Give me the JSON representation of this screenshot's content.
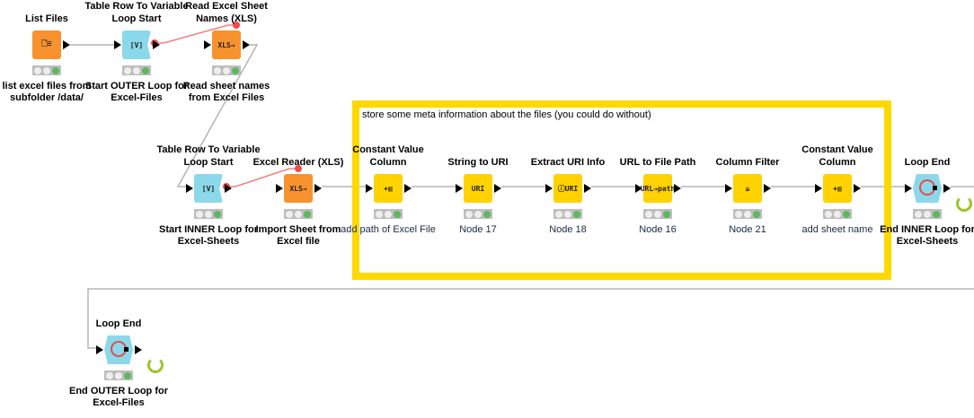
{
  "annotation": {
    "text": "store some meta information about the files (you could do without)",
    "border_color": "#ffd800"
  },
  "nodes": [
    {
      "id": "list-files",
      "title": "List Files",
      "label": "list excel files from subfolder /data/",
      "kind": "orange",
      "icon": "list-files-icon",
      "glyph": "🗋≡",
      "bold_label": true
    },
    {
      "id": "outer-loop-start",
      "title": "Table Row To Variable Loop Start",
      "label": "Start OUTER Loop for Excel-Files",
      "kind": "blue",
      "icon": "loop-start-icon",
      "glyph": "[V]",
      "bold_label": true
    },
    {
      "id": "read-sheet-names",
      "title": "Read Excel Sheet Names (XLS)",
      "label": "Read sheet names from Excel Files",
      "kind": "orange",
      "icon": "xls-sheet-names-icon",
      "glyph": "XLS→",
      "bold_label": true
    },
    {
      "id": "inner-loop-start",
      "title": "Table Row To Variable Loop Start",
      "label": "Start INNER Loop for Excel-Sheets",
      "kind": "blue",
      "icon": "loop-start-icon",
      "glyph": "[V]",
      "bold_label": true
    },
    {
      "id": "excel-reader",
      "title": "Excel Reader (XLS)",
      "label": "Import Sheet from Excel file",
      "kind": "orange",
      "icon": "xls-reader-icon",
      "glyph": "XLS→",
      "bold_label": true
    },
    {
      "id": "constant-value-1",
      "title": "Constant Value Column",
      "label": "add path of Excel File",
      "kind": "yellow",
      "icon": "constant-column-icon",
      "glyph": "+▥",
      "bold_label": false
    },
    {
      "id": "string-to-uri",
      "title": "String to URI",
      "label": "Node 17",
      "kind": "yellow",
      "icon": "string-to-uri-icon",
      "glyph": "URI",
      "bold_label": false
    },
    {
      "id": "extract-uri-info",
      "title": "Extract URI Info",
      "label": "Node 18",
      "kind": "yellow",
      "icon": "uri-info-icon",
      "glyph": "ⓘURI",
      "bold_label": false
    },
    {
      "id": "url-to-file-path",
      "title": "URL to File Path",
      "label": "Node 16",
      "kind": "yellow",
      "icon": "url-path-icon",
      "glyph": "URL→path",
      "bold_label": false
    },
    {
      "id": "column-filter",
      "title": "Column Filter",
      "label": "Node 21",
      "kind": "yellow",
      "icon": "column-filter-icon",
      "glyph": "⇊",
      "bold_label": false
    },
    {
      "id": "constant-value-2",
      "title": "Constant Value Column",
      "label": "add sheet name",
      "kind": "yellow",
      "icon": "constant-column-icon",
      "glyph": "+▥",
      "bold_label": false
    },
    {
      "id": "inner-loop-end",
      "title": "Loop End",
      "label": "End INNER Loop for Excel-Sheets",
      "kind": "end",
      "icon": "loop-end-icon",
      "glyph": "",
      "bold_label": true
    },
    {
      "id": "outer-loop-end",
      "title": "Loop End",
      "label": "End OUTER Loop for Excel-Files",
      "kind": "end",
      "icon": "loop-end-icon",
      "glyph": "",
      "bold_label": true
    }
  ]
}
